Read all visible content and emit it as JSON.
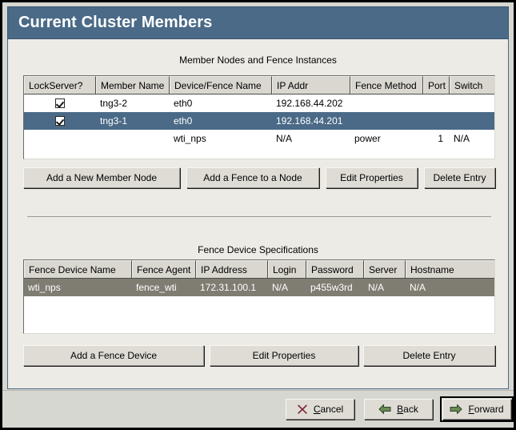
{
  "window": {
    "title": "Current Cluster Members"
  },
  "members_section": {
    "caption": "Member Nodes and Fence Instances",
    "columns": [
      "LockServer?",
      "Member Name",
      "Device/Fence Name",
      "IP Addr",
      "Fence Method",
      "Port",
      "Switch"
    ],
    "rows": [
      {
        "lockserver_checked": true,
        "member_name": "tng3-2",
        "device_fence_name": "eth0",
        "ip_addr": "192.168.44.202",
        "fence_method": "",
        "port": "",
        "switch": "",
        "selected": false
      },
      {
        "lockserver_checked": true,
        "member_name": "tng3-1",
        "device_fence_name": "eth0",
        "ip_addr": "192.168.44.201",
        "fence_method": "",
        "port": "",
        "switch": "",
        "selected": true
      },
      {
        "lockserver_checked": false,
        "member_name": "",
        "device_fence_name": "wti_nps",
        "ip_addr": "N/A",
        "fence_method": "power",
        "port": "1",
        "switch": "N/A",
        "selected": false
      }
    ],
    "buttons": {
      "add_member": "Add a New Member Node",
      "add_fence": "Add a Fence to a Node",
      "edit_properties": "Edit Properties",
      "delete_entry": "Delete Entry"
    }
  },
  "fence_section": {
    "caption": "Fence Device Specifications",
    "columns": [
      "Fence Device Name",
      "Fence Agent",
      "IP Address",
      "Login",
      "Password",
      "Server",
      "Hostname"
    ],
    "rows": [
      {
        "fence_device_name": "wti_nps",
        "fence_agent": "fence_wti",
        "ip_address": "172.31.100.1",
        "login": "N/A",
        "password": "p455w3rd",
        "server": "N/A",
        "hostname": "N/A",
        "selected": true
      }
    ],
    "buttons": {
      "add_fence_device": "Add a Fence Device",
      "edit_properties": "Edit Properties",
      "delete_entry": "Delete Entry"
    }
  },
  "footer": {
    "cancel": {
      "label_before": "",
      "mnemonic": "C",
      "label_after": "ancel",
      "icon": "cancel-x-icon"
    },
    "back": {
      "label_before": "",
      "mnemonic": "B",
      "label_after": "ack",
      "icon": "arrow-left-icon"
    },
    "forward": {
      "label_before": "",
      "mnemonic": "F",
      "label_after": "orward",
      "icon": "arrow-right-icon"
    }
  },
  "colors": {
    "titlebar": "#4a6a87",
    "panel_bg": "#edebe6",
    "selection_focused": "#4a6a87",
    "selection_unfocused": "#7f7d72",
    "button_face": "#dedcd5",
    "cancel_icon": "#7e2432",
    "arrow_icon": "#6a8a55"
  }
}
